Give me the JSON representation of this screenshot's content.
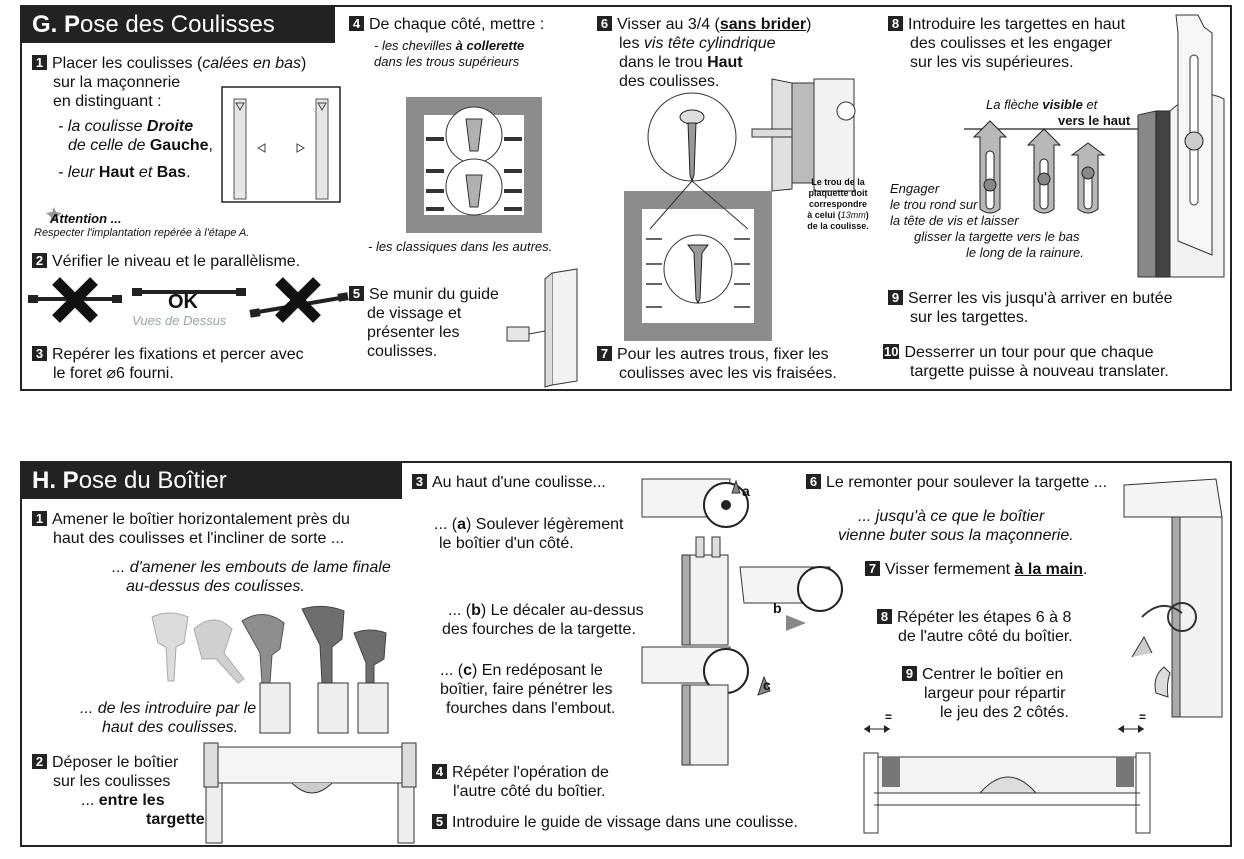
{
  "section_g": {
    "title_letter": "G.",
    "title_rest": "Pose des Coulisses",
    "step1": {
      "num": "1",
      "text_a": "Placer les coulisses (",
      "text_b": "calées en bas",
      "text_c": ")",
      "line2": "sur la maçonnerie",
      "line3": "en distinguant :",
      "b1_a": "- la coulisse ",
      "b1_b": "Droite",
      "b1_c": "de celle de ",
      "b1_d": "Gauche",
      "b1_e": ",",
      "b2_a": "- leur ",
      "b2_b": "Haut",
      "b2_c": " et ",
      "b2_d": "Bas",
      "b2_e": "."
    },
    "attention_title": "Attention ...",
    "attention_text": "Respecter l'implantation repérée à l'étape A.",
    "step2": {
      "num": "2",
      "text": "Vérifier le niveau et le parallèlisme.",
      "ok": "OK",
      "views": "Vues de Dessus"
    },
    "step3": {
      "num": "3",
      "line1": "Repérer les fixations et percer avec",
      "line2": "le foret ⌀6 fourni."
    },
    "step4": {
      "num": "4",
      "text": "De chaque côté, mettre :",
      "sub1_a": "- les chevilles ",
      "sub1_b": "à collerette",
      "sub1_c": "dans les trous supérieurs",
      "sub2": "- les classiques dans les autres."
    },
    "step5": {
      "num": "5",
      "line1": "Se munir du guide",
      "line2": "de vissage et",
      "line3": "présenter les",
      "line4": "coulisses."
    },
    "step6": {
      "num": "6",
      "a": "Visser au 3/4 (",
      "b": "sans brider",
      "c": ")",
      "line2_a": "les ",
      "line2_b": "vis tête cylindrique",
      "line3_a": "dans le trou ",
      "line3_b": "Haut",
      "line4": "des coulisses.",
      "note1": "Le trou de la",
      "note2": "plaquette doit",
      "note3": "correspondre",
      "note4_a": "à celui (",
      "note4_b": "13mm",
      "note4_c": ")",
      "note5": "de la coulisse."
    },
    "step7": {
      "num": "7",
      "line1": "Pour les autres trous, fixer les",
      "line2": "coulisses avec les vis fraisées."
    },
    "step8": {
      "num": "8",
      "line1": "Introduire les targettes en haut",
      "line2": "des coulisses et les engager",
      "line3": "sur les vis supérieures.",
      "arrow_a": "La flèche ",
      "arrow_b": "visible",
      "arrow_c": " et",
      "arrow_d": "vers le haut",
      "engage1": "Engager",
      "engage2": "le trou rond sur",
      "engage3": "la tête de vis et laisser",
      "engage4": "glisser la targette vers le bas",
      "engage5": "le long de la rainure."
    },
    "step9": {
      "num": "9",
      "line1": "Serrer les vis jusqu'à arriver en butée",
      "line2": "sur les targettes."
    },
    "step10": {
      "num": "10",
      "line1": "Desserrer un tour pour que chaque",
      "line2": "targette puisse à nouveau translater."
    }
  },
  "section_h": {
    "title_letter": "H.",
    "title_rest": "Pose du Boîtier",
    "step1": {
      "num": "1",
      "line1": "Amener le boîtier horizontalement près du",
      "line2": "haut des coulisses et l'incliner de sorte ...",
      "sub1": "... d'amener les embouts de lame finale",
      "sub2": "au-dessus des coulisses.",
      "sub3": "... de les introduire par le",
      "sub4": "haut des coulisses."
    },
    "step2": {
      "num": "2",
      "line1": "Déposer le boîtier",
      "line2": "sur les coulisses",
      "line3_a": "... ",
      "line3_b": "entre les",
      "line4": "targettes."
    },
    "step3": {
      "num": "3",
      "text": "Au haut d'une coulisse...",
      "a1_pre": "... (",
      "a1_letter": "a",
      "a1_post": ") Soulever légèrement",
      "a2": "le boîtier d'un côté.",
      "b1_pre": "... (",
      "b1_letter": "b",
      "b1_post": ") Le décaler au-dessus",
      "b2": "des fourches de la targette.",
      "c1_pre": "... (",
      "c1_letter": "c",
      "c1_post": ") En redéposant le",
      "c2": "boîtier, faire pénétrer les",
      "c3": "fourches dans l'embout.",
      "fig_a": "a",
      "fig_b": "b",
      "fig_c": "c"
    },
    "step4": {
      "num": "4",
      "line1": "Répéter l'opération de",
      "line2": "l'autre côté du boîtier."
    },
    "step5": {
      "num": "5",
      "text": "Introduire le guide de vissage dans une coulisse."
    },
    "step6": {
      "num": "6",
      "text": "Le remonter pour soulever la targette ...",
      "sub1": "... jusqu'à ce que le boîtier",
      "sub2": "vienne buter sous la maçonnerie."
    },
    "step7": {
      "num": "7",
      "a": "Visser fermement ",
      "b": "à la main",
      "c": "."
    },
    "step8": {
      "num": "8",
      "line1": "Répéter les étapes 6 à 8",
      "line2": "de l'autre côté du boîtier."
    },
    "step9": {
      "num": "9",
      "line1": "Centrer le boîtier en",
      "line2": "largeur pour répartir",
      "line3": "le jeu des 2 côtés.",
      "eq": "="
    }
  },
  "colors": {
    "frame": "#222222",
    "grey_fill": "#8c8c8c",
    "light_grey": "#d9d9d9",
    "mid_grey": "#b0b0b0",
    "dark_grey": "#6e6e6e",
    "views_text": "#9aa3ad"
  }
}
